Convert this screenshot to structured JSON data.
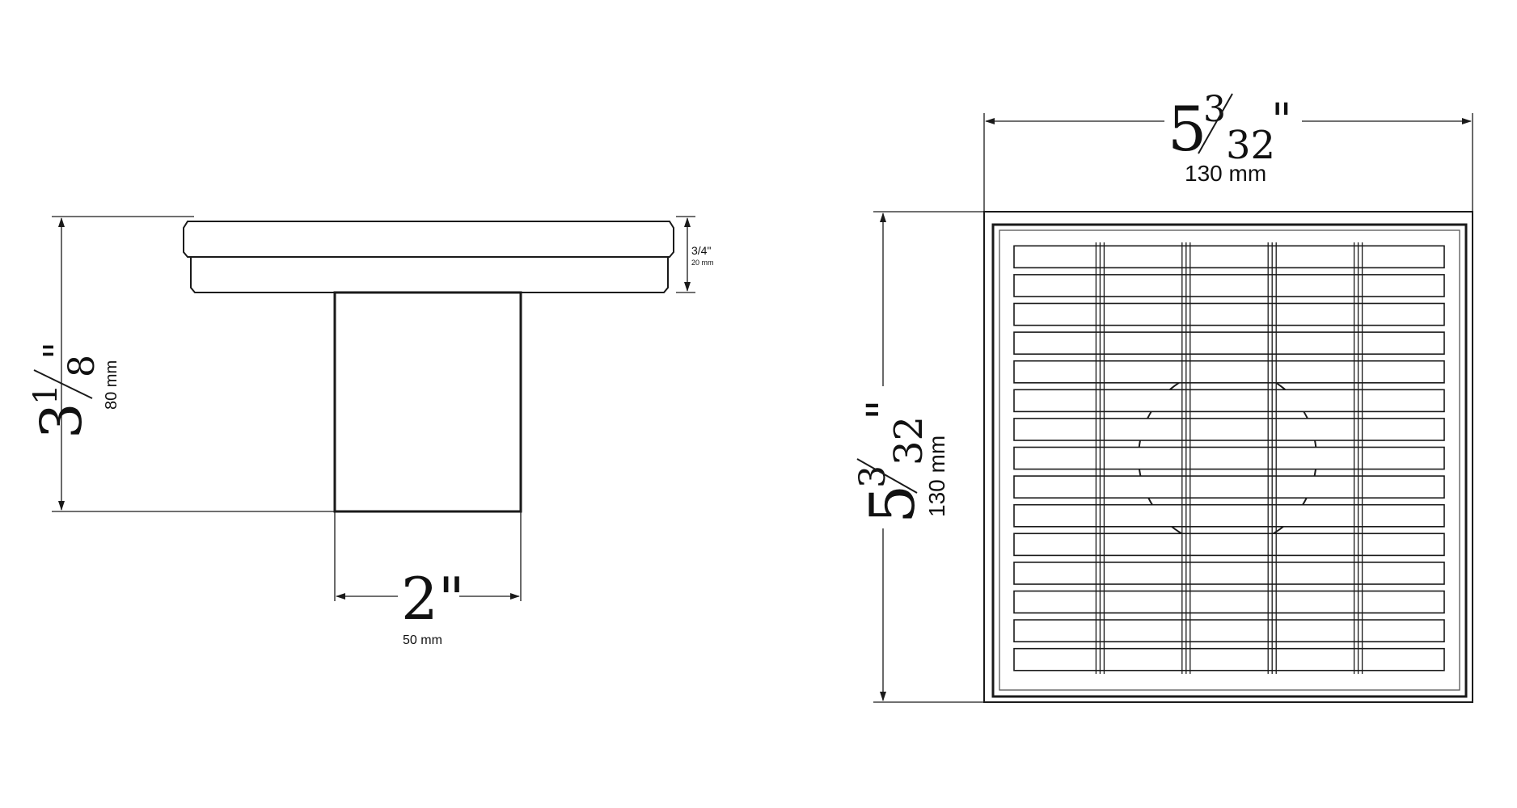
{
  "side_view": {
    "height_whole": "3",
    "height_num": "1",
    "height_den": "8",
    "height_unit": "\"",
    "height_mm": "80 mm",
    "pipe_width": "2\"",
    "pipe_width_mm": "50 mm",
    "flange_height": "3/4\"",
    "flange_height_mm": "20 mm"
  },
  "top_view": {
    "width_whole": "5",
    "width_num": "3",
    "width_den": "32",
    "width_unit": "\"",
    "width_mm": "130 mm",
    "height_whole": "5",
    "height_num": "3",
    "height_den": "32",
    "height_unit": "\"",
    "height_mm": "130 mm",
    "grate_slots": 15,
    "grate_rib_columns": 4
  }
}
